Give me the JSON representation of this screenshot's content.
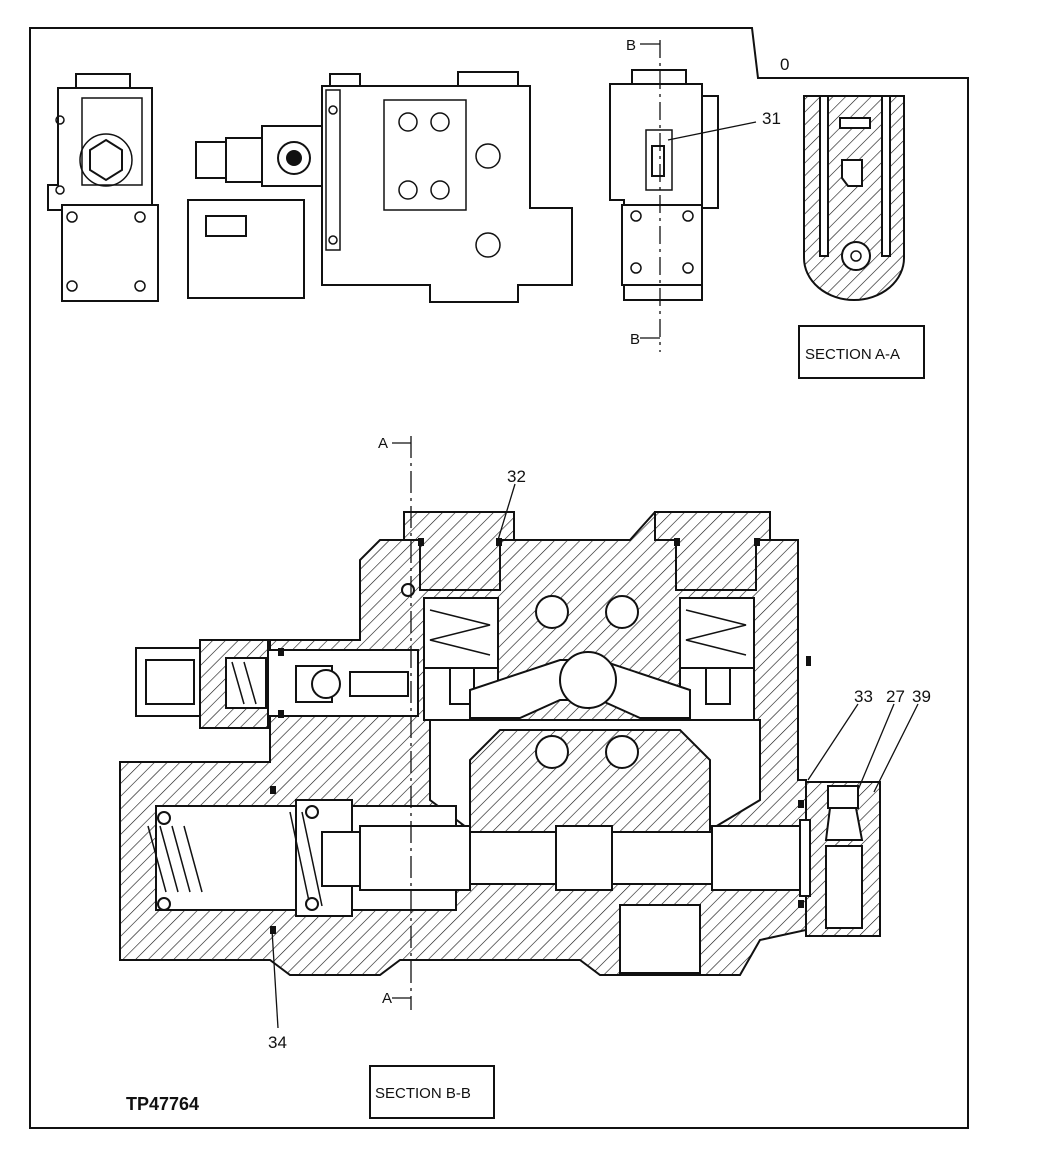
{
  "labels": {
    "zero": "0",
    "b_top": "B",
    "b_bottom": "B",
    "a_top": "A",
    "a_bottom": "A",
    "n31": "31",
    "n32": "32",
    "n33": "33",
    "n27": "27",
    "n39": "39",
    "n34": "34",
    "section_aa": "SECTION A-A",
    "section_bb": "SECTION B-B",
    "figure_id": "TP47764"
  }
}
